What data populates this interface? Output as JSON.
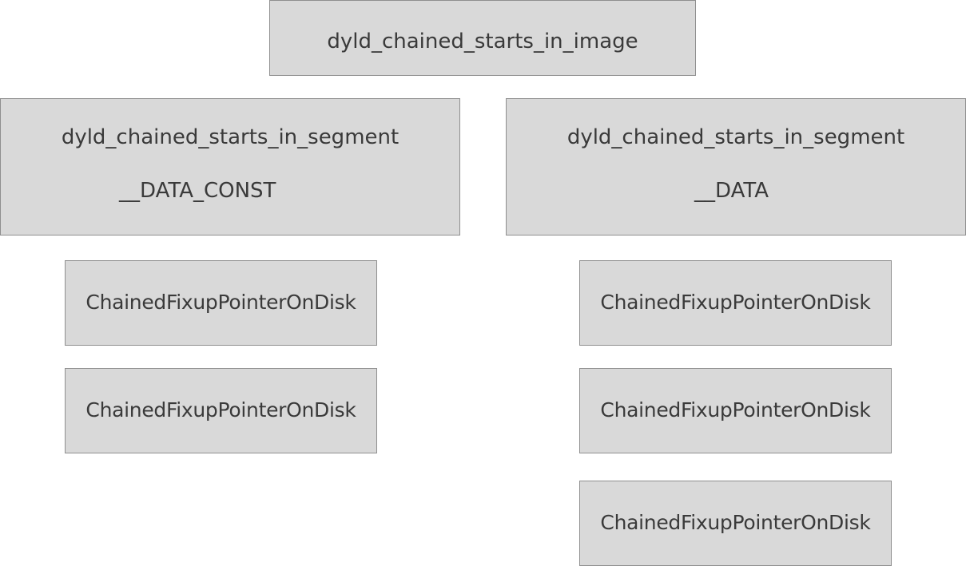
{
  "image": {
    "label": "dyld_chained_starts_in_image"
  },
  "segments": [
    {
      "label": "dyld_chained_starts_in_segment",
      "name": "__DATA_CONST",
      "pointers": [
        "ChainedFixupPointerOnDisk",
        "ChainedFixupPointerOnDisk"
      ]
    },
    {
      "label": "dyld_chained_starts_in_segment",
      "name": "__DATA",
      "pointers": [
        "ChainedFixupPointerOnDisk",
        "ChainedFixupPointerOnDisk",
        "ChainedFixupPointerOnDisk"
      ]
    }
  ],
  "colors": {
    "box_fill": "#d9d9d9",
    "box_border": "#8f8f8f",
    "text": "#3a3a3a",
    "background": "#ffffff"
  }
}
